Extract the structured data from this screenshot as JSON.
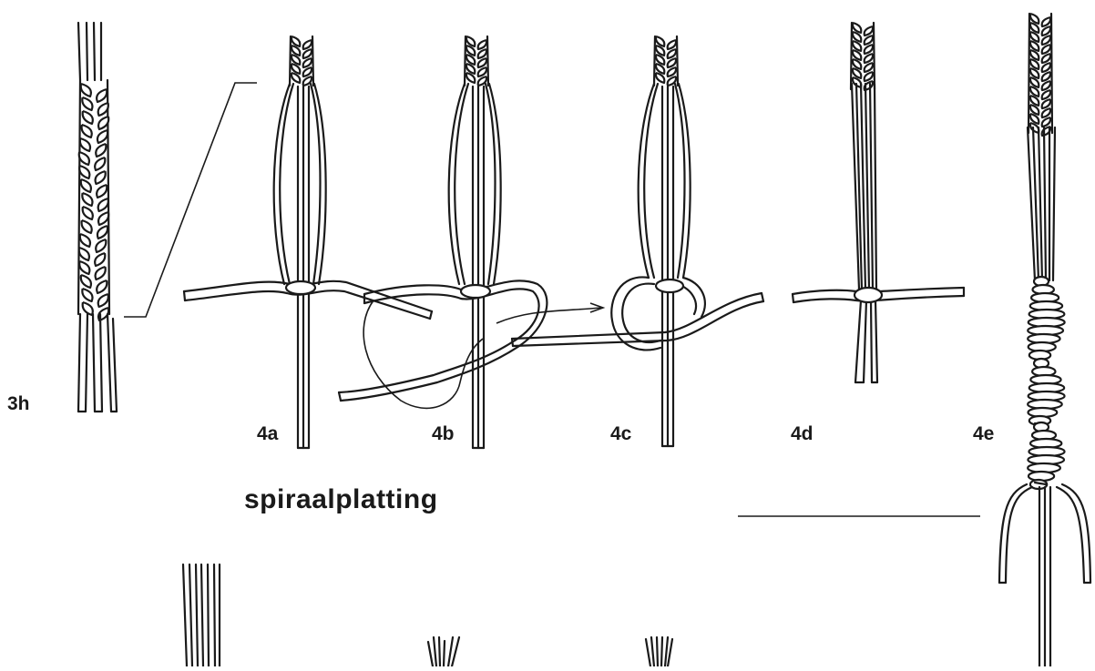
{
  "figures": [
    {
      "id": "3h",
      "label": "3h"
    },
    {
      "id": "4a",
      "label": "4a"
    },
    {
      "id": "4b",
      "label": "4b"
    },
    {
      "id": "4c",
      "label": "4c"
    },
    {
      "id": "4d",
      "label": "4d"
    },
    {
      "id": "4e",
      "label": "4e"
    }
  ],
  "caption": "spiraalplatting",
  "colors": {
    "line": "#1a1a1a",
    "background": "#ffffff"
  }
}
